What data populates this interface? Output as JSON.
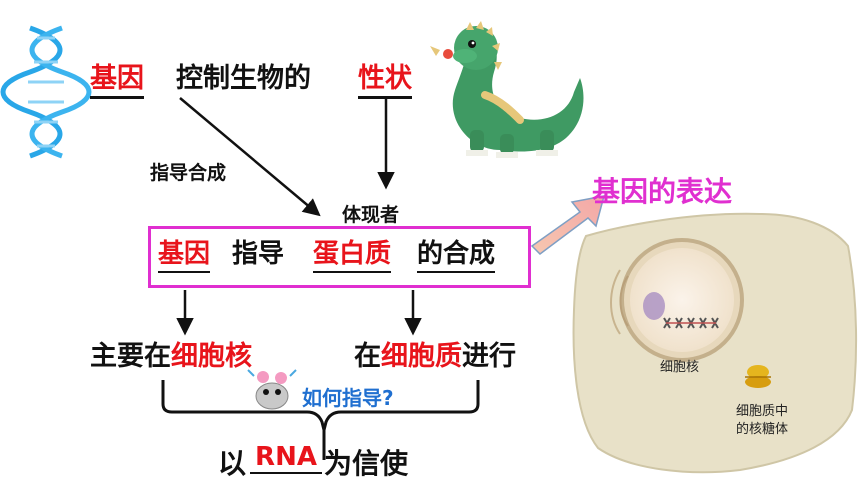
{
  "title_line": {
    "gene": "基因",
    "controls": "控制生物的",
    "trait": "性状"
  },
  "arrow_labels": {
    "guides_synthesis": "指导合成",
    "manifested_by": "体现者"
  },
  "box_line": {
    "gene": "基因",
    "guides": "指导",
    "protein": "蛋白质",
    "synthesis": "的合成"
  },
  "gene_expression": "基因的表达",
  "nucleus_line": {
    "prefix": "主要在",
    "nucleus": "细胞核"
  },
  "cytoplasm_line": {
    "prefix": "在",
    "cytoplasm": "细胞质",
    "suffix": "进行"
  },
  "question": "如何指导?",
  "messenger_line": {
    "prefix": "以",
    "rna": "RNA",
    "suffix": "为信使"
  },
  "cell_labels": {
    "nucleus": "细胞核",
    "ribosome_line1": "细胞质中",
    "ribosome_line2": "的核糖体"
  },
  "colors": {
    "red": "#e8141b",
    "magenta": "#e02fd0",
    "blue": "#1f6fd0",
    "dna": "#29a7e8",
    "dragon": "#3f9a63"
  },
  "icons": [
    "dna-helix-icon",
    "dragon-illustration",
    "cell-illustration",
    "cartoon-mascot-icon"
  ]
}
